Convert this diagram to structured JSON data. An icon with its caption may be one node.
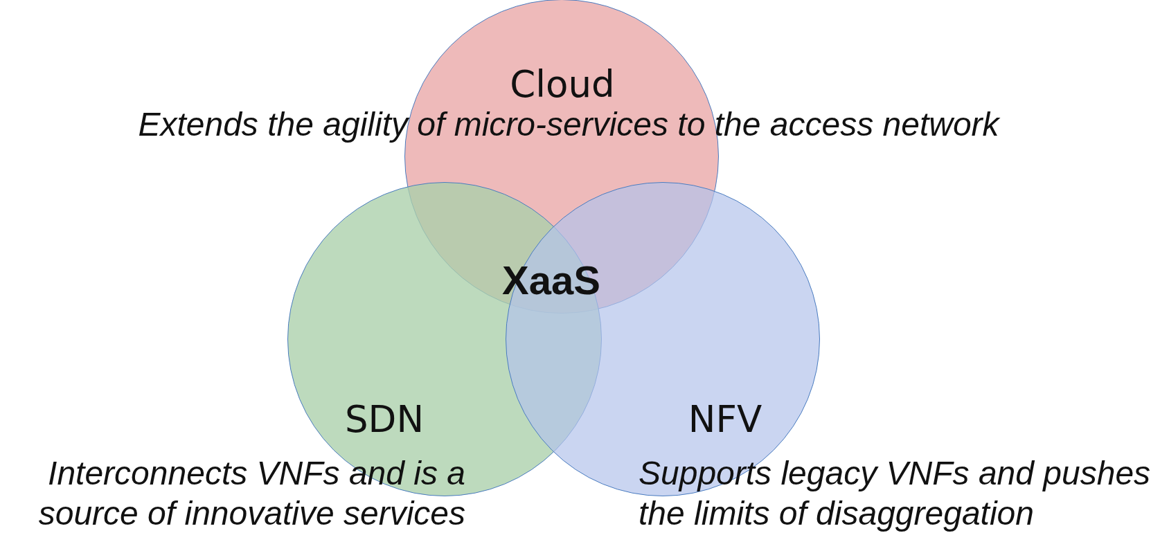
{
  "diagram": {
    "nodes": [
      {
        "text": [
          "Cloud",
          "Extends the agility of micro-services to the access network"
        ]
      },
      {
        "text": [
          "SDN"
        ],
        "beside": [
          "Interconnects VNFs and is a source of innovative services"
        ]
      },
      {
        "text": [
          "NFV"
        ],
        "beside": [
          "Supports legacy VNFs and pushes the limits of disaggregation"
        ]
      }
    ],
    "labels": [
      "XaaS"
    ]
  }
}
